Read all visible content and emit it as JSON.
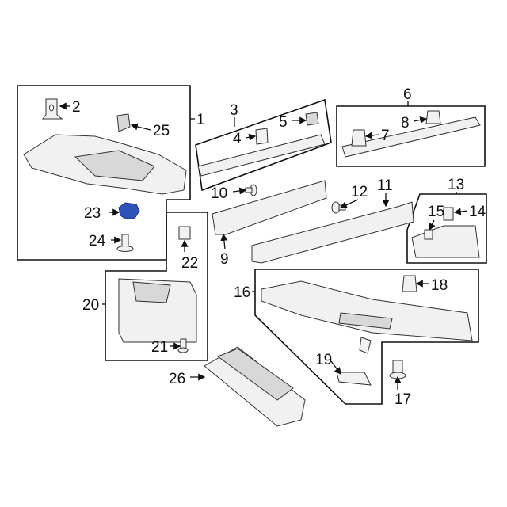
{
  "diagram": {
    "accent_color": "#2d52b8",
    "callouts": {
      "c1": "1",
      "c2": "2",
      "c3": "3",
      "c4": "4",
      "c5": "5",
      "c6": "6",
      "c7": "7",
      "c8": "8",
      "c9": "9",
      "c10": "10",
      "c11": "11",
      "c12": "12",
      "c13": "13",
      "c14": "14",
      "c15": "15",
      "c16": "16",
      "c17": "17",
      "c18": "18",
      "c19": "19",
      "c20": "20",
      "c21": "21",
      "c22": "22",
      "c23": "23",
      "c24": "24",
      "c25": "25",
      "c26": "26"
    }
  }
}
